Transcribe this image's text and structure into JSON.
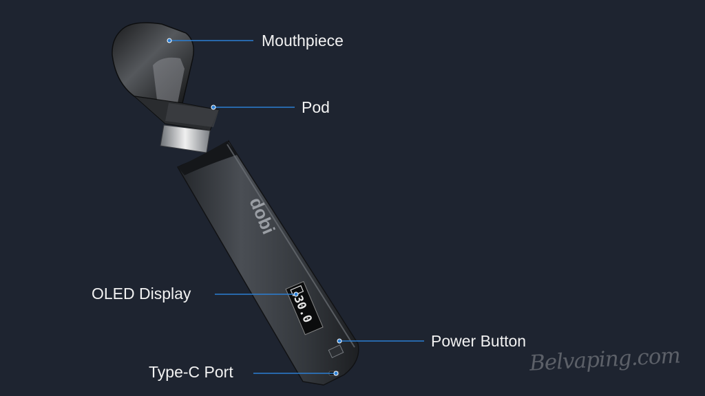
{
  "labels": {
    "mouthpiece": "Mouthpiece",
    "pod": "Pod",
    "oled_display": "OLED Display",
    "power_button": "Power Button",
    "type_c_port": "Type-C Port"
  },
  "device": {
    "brand_logo_text": "dobi",
    "screen_value": "30.0"
  },
  "watermark": "Belvaping.com",
  "colors": {
    "background": "#1e2430",
    "callout_line": "#2b7fd4",
    "label_text": "#f2f2f2",
    "device_body": "#3b3f44"
  }
}
